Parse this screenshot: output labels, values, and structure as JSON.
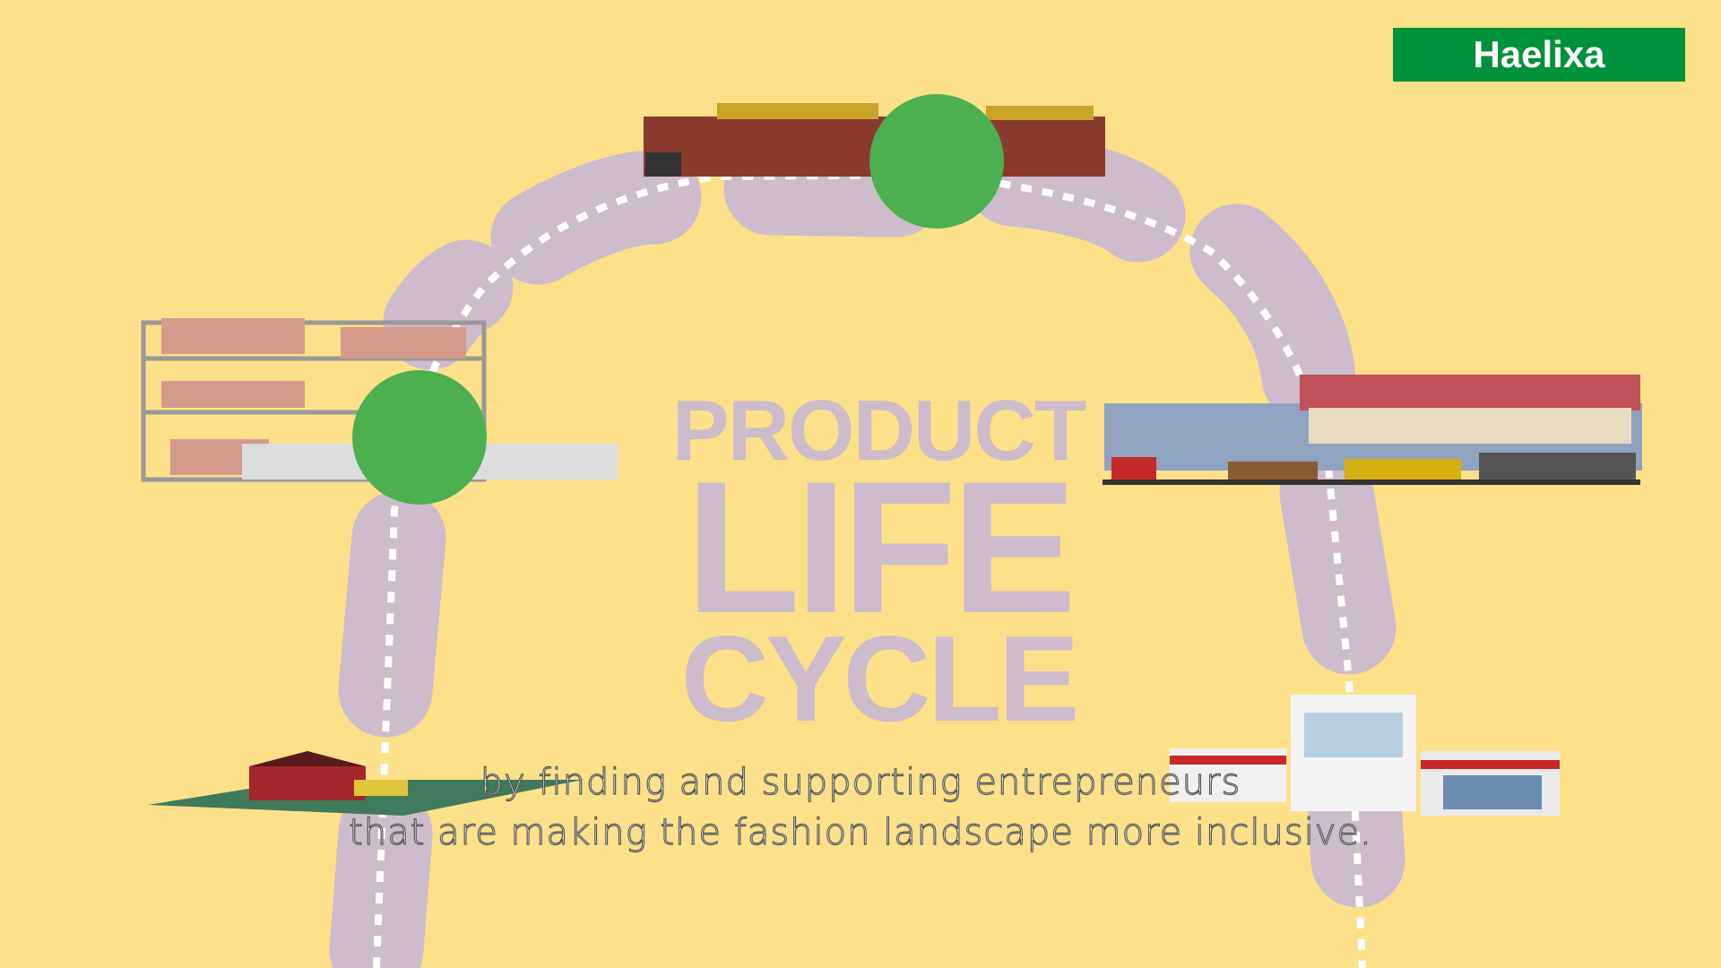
{
  "brand": {
    "logo_text": "Haelixa",
    "color": "#00923a"
  },
  "title": {
    "line1": "PRODUCT",
    "line2": "LIFE",
    "line3": "CYCLE"
  },
  "subtitles": {
    "line1": "by finding and supporting entrepreneurs",
    "line2": "that are making the fashion landscape more inclusive."
  },
  "colors": {
    "background": "#fde08a",
    "path": "#cdbccb",
    "ball": "#4caf50"
  }
}
